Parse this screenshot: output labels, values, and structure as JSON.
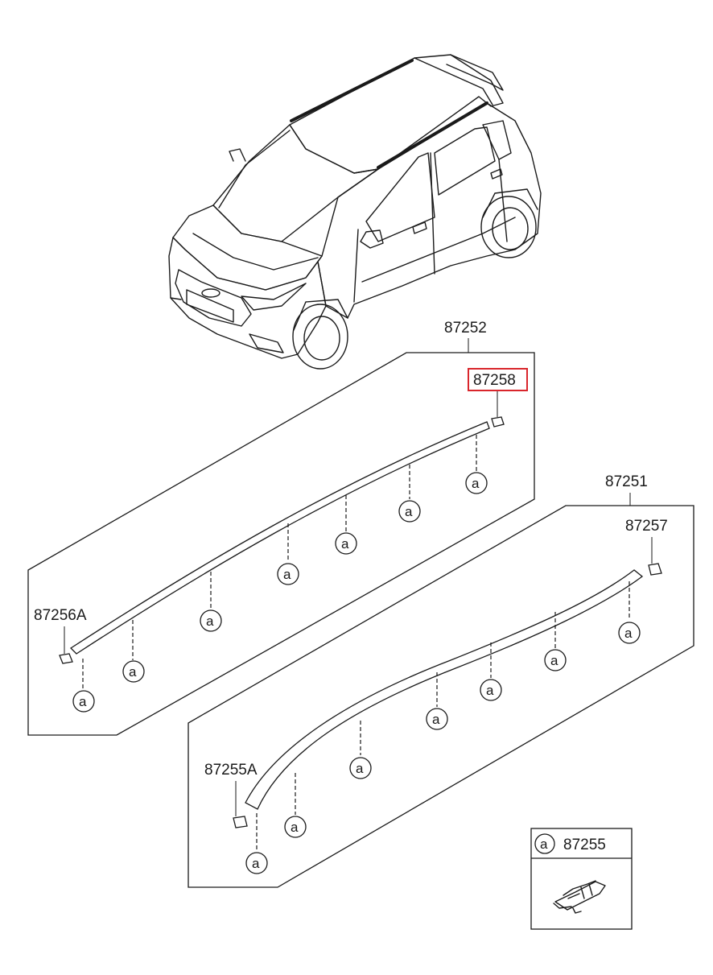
{
  "labels": {
    "left_assembly": "87252",
    "left_end_clip": "87258",
    "left_front_clip": "87256A",
    "right_assembly": "87251",
    "right_end_clip": "87257",
    "right_front_clip": "87255A",
    "legend_part": "87255"
  },
  "clip_marker": "a",
  "highlight_color": "#d9262c"
}
